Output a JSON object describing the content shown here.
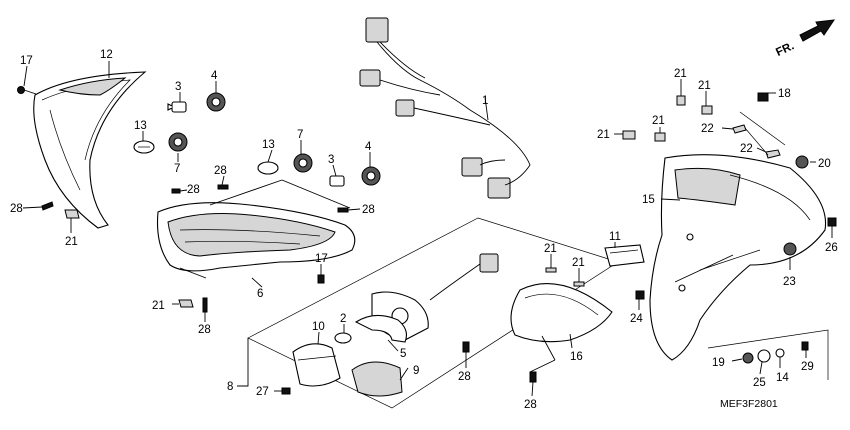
{
  "diagram_code": "MEF3F2801",
  "direction_label": "FR.",
  "callouts": [
    "1",
    "2",
    "3",
    "4",
    "5",
    "6",
    "7",
    "8",
    "9",
    "10",
    "11",
    "12",
    "13",
    "14",
    "15",
    "16",
    "17",
    "18",
    "19",
    "20",
    "21",
    "22",
    "23",
    "24",
    "25",
    "26",
    "27",
    "28",
    "29"
  ]
}
